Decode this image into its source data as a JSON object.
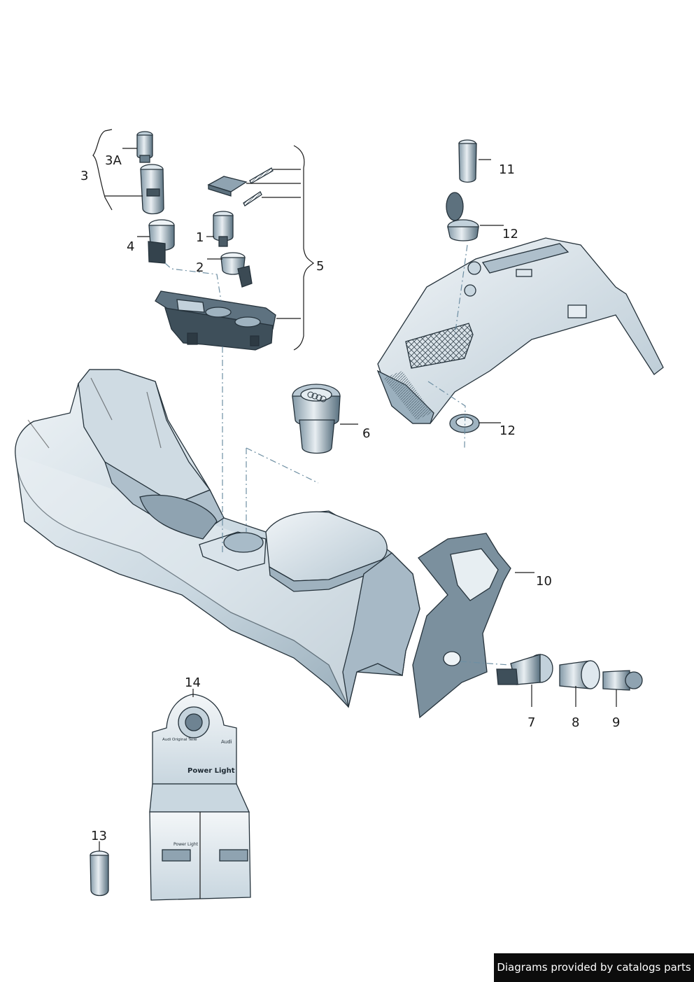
{
  "callouts": {
    "c1": "1",
    "c2": "2",
    "c3": "3",
    "c3a": "3A",
    "c4": "4",
    "c5": "5",
    "c6": "6",
    "c7": "7",
    "c8": "8",
    "c9": "9",
    "c10": "10",
    "c11": "11",
    "c12a": "12",
    "c12b": "12",
    "c13": "13",
    "c14": "14"
  },
  "display_box": {
    "brand_line": "Audi Original Teile",
    "product_name": "Power Light",
    "tray_label": "Power Light",
    "logo_text": "Audi"
  },
  "credit": "Diagrams provided by catalogs parts",
  "colors": {
    "outline": "#25323b",
    "shade_light": "#c4d3dd",
    "shade_mid": "#7d93a1",
    "shade_dark": "#3d4d58",
    "leader_dash": "#6e8fa3",
    "credit_bg": "#0c0c0c"
  }
}
